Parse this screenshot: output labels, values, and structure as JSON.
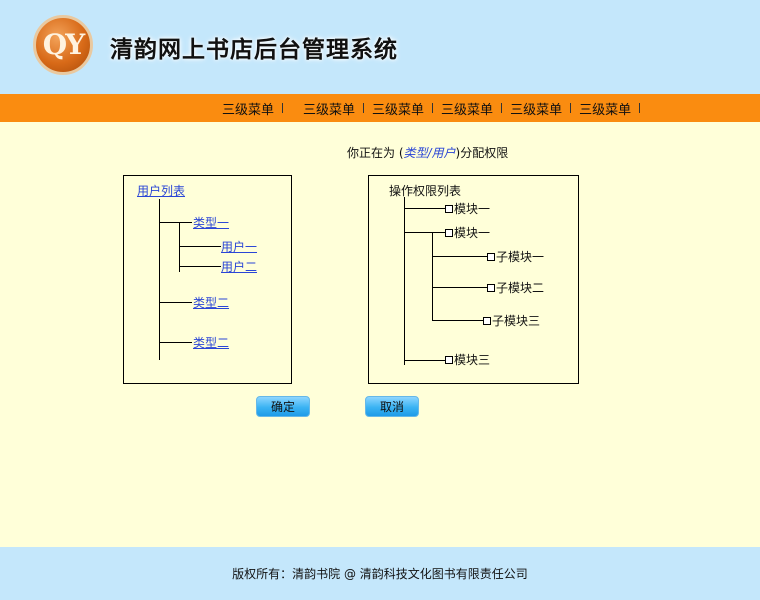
{
  "header": {
    "logo_text": "QY",
    "site_title": "清韵网上书店后台管理系统"
  },
  "nav": {
    "items": [
      "三级菜单",
      "三级菜单",
      "三级菜单",
      "三级菜单",
      "三级菜单",
      "三级菜单"
    ]
  },
  "notice": {
    "prefix": "你正在为 (",
    "target": "类型/用户",
    "suffix": ")分配权限"
  },
  "users_panel": {
    "root": "用户列表",
    "nodes": {
      "type1": "类型一",
      "user1": "用户一",
      "user2": "用户二",
      "type2": "类型二",
      "type3": "类型二"
    }
  },
  "perm_panel": {
    "title": "操作权限列表",
    "nodes": {
      "module1": "模块一",
      "module2": "模块一",
      "sub1": "子模块一",
      "sub2": "子模块二",
      "sub3": " 子模块三",
      "module3": "模块三"
    }
  },
  "buttons": {
    "confirm": "确定",
    "cancel": "取消"
  },
  "footer": {
    "copyright": "版权所有：清韵书院 @ 清韵科技文化图书有限责任公司"
  },
  "colors": {
    "header_bg": "#c4e7fb",
    "nav_bg": "#fa8c10",
    "content_bg": "#ffffd9",
    "link": "#2a45d6",
    "button": "#3ab3f3"
  }
}
